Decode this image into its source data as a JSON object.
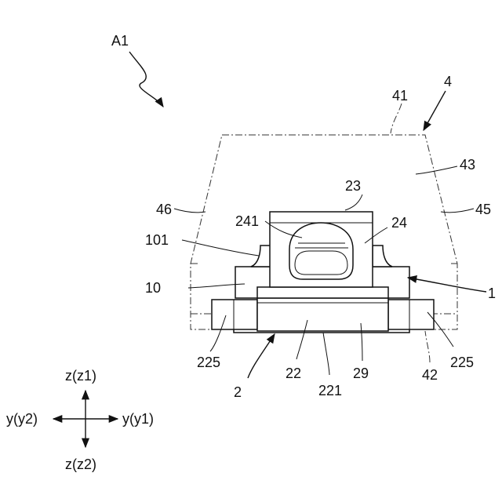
{
  "labels": {
    "assembly": "A1",
    "part_4": "4",
    "part_41": "41",
    "part_43": "43",
    "part_23": "23",
    "part_46": "46",
    "part_45": "45",
    "part_241": "241",
    "part_24": "24",
    "part_101": "101",
    "part_10": "10",
    "part_1": "1",
    "part_225_left": "225",
    "part_225_right": "225",
    "part_22": "22",
    "part_29": "29",
    "part_42": "42",
    "part_2": "2",
    "part_221": "221"
  },
  "axes": {
    "up": "z(z1)",
    "down": "z(z2)",
    "left": "y(y2)",
    "right": "y(y1)"
  }
}
